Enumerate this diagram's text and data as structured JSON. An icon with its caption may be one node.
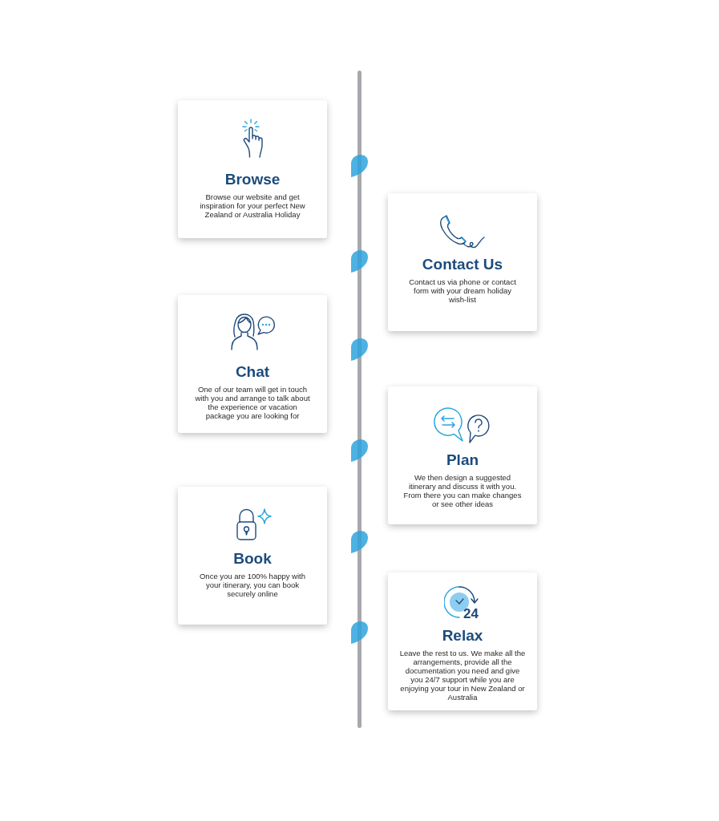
{
  "diagram": {
    "nodes": [
      {
        "text": [
          "Browse",
          "Browse our website and get inspiration for your perfect New Zealand or Australia Holiday"
        ]
      },
      {
        "text": [
          "Contact Us",
          "Contact us via phone or contact form with your dream holiday wish-list"
        ]
      },
      {
        "text": [
          "Chat",
          "One of our team will get in touch with you and arrange to talk about the experience or vacation package you are looking for"
        ]
      },
      {
        "text": [
          "Plan",
          "We then design a suggested itinerary and discuss it with you. From there you can make changes or see other ideas"
        ]
      },
      {
        "text": [
          "Book",
          "Once you are 100% happy with your itinerary, you can book securely online"
        ]
      },
      {
        "text": [
          "Relax",
          "Leave the rest to us. We make all the arrangements, provide all the documentation you need and give you 24/7 support while you are enjoying your tour in New Zealand or Australia"
        ]
      }
    ],
    "labels": [
      "24"
    ]
  }
}
